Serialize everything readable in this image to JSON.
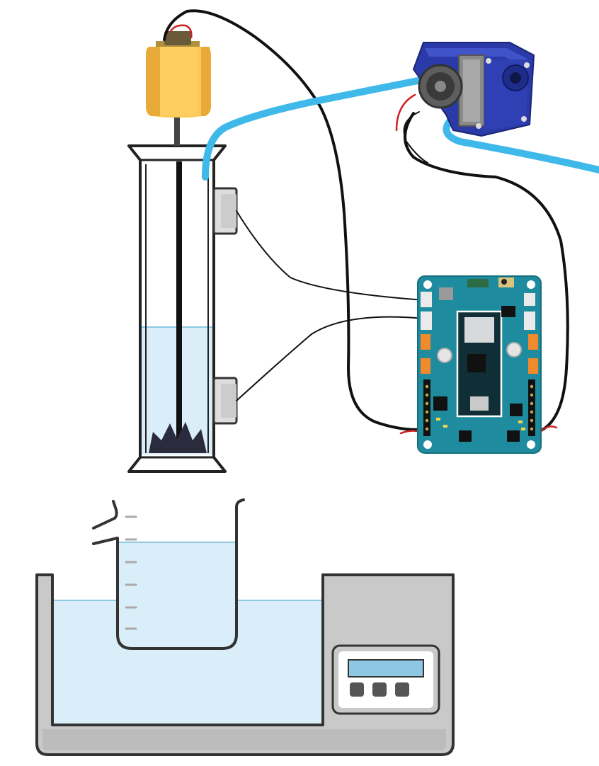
{
  "diagram": {
    "components": [
      {
        "id": "stirrer-motor",
        "kind": "dc-motor"
      },
      {
        "id": "glass-column",
        "kind": "column"
      },
      {
        "id": "level-sensor-upper",
        "kind": "capacitive-sensor"
      },
      {
        "id": "level-sensor-lower",
        "kind": "capacitive-sensor"
      },
      {
        "id": "peristaltic-pump",
        "kind": "pump"
      },
      {
        "id": "controller-board",
        "kind": "microcontroller-carrier"
      },
      {
        "id": "beaker",
        "kind": "graduated-beaker"
      },
      {
        "id": "water-bath",
        "kind": "heated-bath"
      }
    ],
    "connections": [
      {
        "from": "stirrer-motor",
        "to": "controller-board",
        "type": "wire"
      },
      {
        "from": "level-sensor-upper",
        "to": "controller-board",
        "type": "wire"
      },
      {
        "from": "level-sensor-lower",
        "to": "controller-board",
        "type": "wire"
      },
      {
        "from": "peristaltic-pump",
        "to": "controller-board",
        "type": "wire"
      },
      {
        "from": "peristaltic-pump",
        "to": "glass-column",
        "type": "tube"
      }
    ]
  },
  "colors": {
    "water": "#d9eef8",
    "water_line": "#8ec9e4",
    "tube": "#3fb8ea",
    "wire": "#111111",
    "wire_red": "#cc2222",
    "motor_body": "#fcc752",
    "pump_blue": "#2a3aa8",
    "board": "#1e8c9e",
    "bath_gray": "#c9c9c9",
    "outline": "#333333",
    "lcd": "#8ec7e3"
  }
}
